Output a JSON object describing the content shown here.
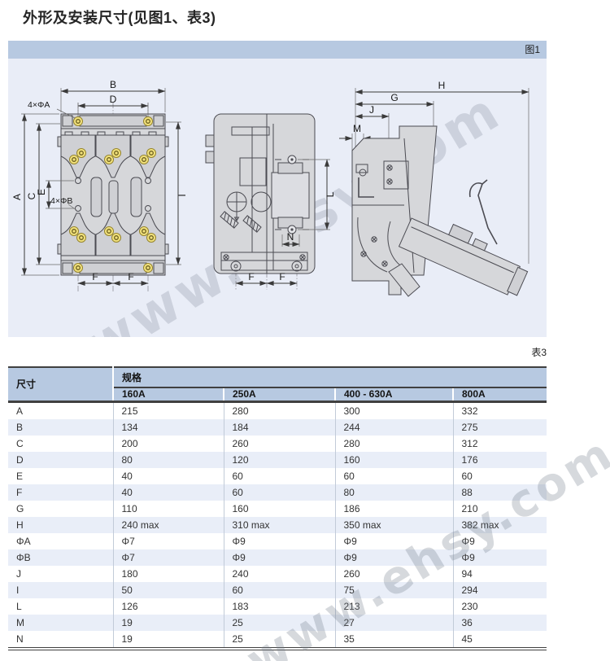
{
  "page": {
    "title": "外形及安装尺寸(见图1、表3)"
  },
  "figure": {
    "label": "图1",
    "watermark": "www.ehsy.com",
    "labels": {
      "A": "A",
      "B": "B",
      "C": "C",
      "D": "D",
      "E": "E",
      "F": "F",
      "G": "G",
      "H": "H",
      "I": "I",
      "J": "J",
      "L": "L",
      "M": "M",
      "N": "N",
      "phiA": "4×ΦA",
      "phiB": "4×ΦB"
    }
  },
  "table": {
    "caption": "表3",
    "watermark": "www.ehsy.com",
    "header": {
      "dim": "尺寸",
      "spec": "规格",
      "columns": [
        "160A",
        "250A",
        "400 - 630A",
        "800A"
      ]
    },
    "rows": [
      {
        "name": "A",
        "values": [
          "215",
          "280",
          "300",
          "332"
        ]
      },
      {
        "name": "B",
        "values": [
          "134",
          "184",
          "244",
          "275"
        ]
      },
      {
        "name": "C",
        "values": [
          "200",
          "260",
          "280",
          "312"
        ]
      },
      {
        "name": "D",
        "values": [
          "80",
          "120",
          "160",
          "176"
        ]
      },
      {
        "name": "E",
        "values": [
          "40",
          "60",
          "60",
          "60"
        ]
      },
      {
        "name": "F",
        "values": [
          "40",
          "60",
          "80",
          "88"
        ]
      },
      {
        "name": "G",
        "values": [
          "110",
          "160",
          "186",
          "210"
        ]
      },
      {
        "name": "H",
        "values": [
          "240 max",
          "310 max",
          "350 max",
          "382 max"
        ]
      },
      {
        "name": "ΦA",
        "values": [
          "Φ7",
          "Φ9",
          "Φ9",
          "Φ9"
        ]
      },
      {
        "name": "ΦB",
        "values": [
          "Φ7",
          "Φ9",
          "Φ9",
          "Φ9"
        ]
      },
      {
        "name": "J",
        "values": [
          "180",
          "240",
          "260",
          "94"
        ]
      },
      {
        "name": "I",
        "values": [
          "50",
          "60",
          "75",
          "294"
        ]
      },
      {
        "name": "L",
        "values": [
          "126",
          "183",
          "213",
          "230"
        ]
      },
      {
        "name": "M",
        "values": [
          "19",
          "25",
          "27",
          "36"
        ]
      },
      {
        "name": "N",
        "values": [
          "19",
          "25",
          "35",
          "45"
        ]
      }
    ]
  },
  "colors": {
    "header_blue": "#b7c9e1",
    "figure_bg": "#e9edf7",
    "row_stripe": "#e9eef8",
    "border_dark": "#404040",
    "grid_line": "#c2cbd8",
    "drawing_fill": "#d6d7da",
    "screw_yellow": "#f2e27d"
  }
}
